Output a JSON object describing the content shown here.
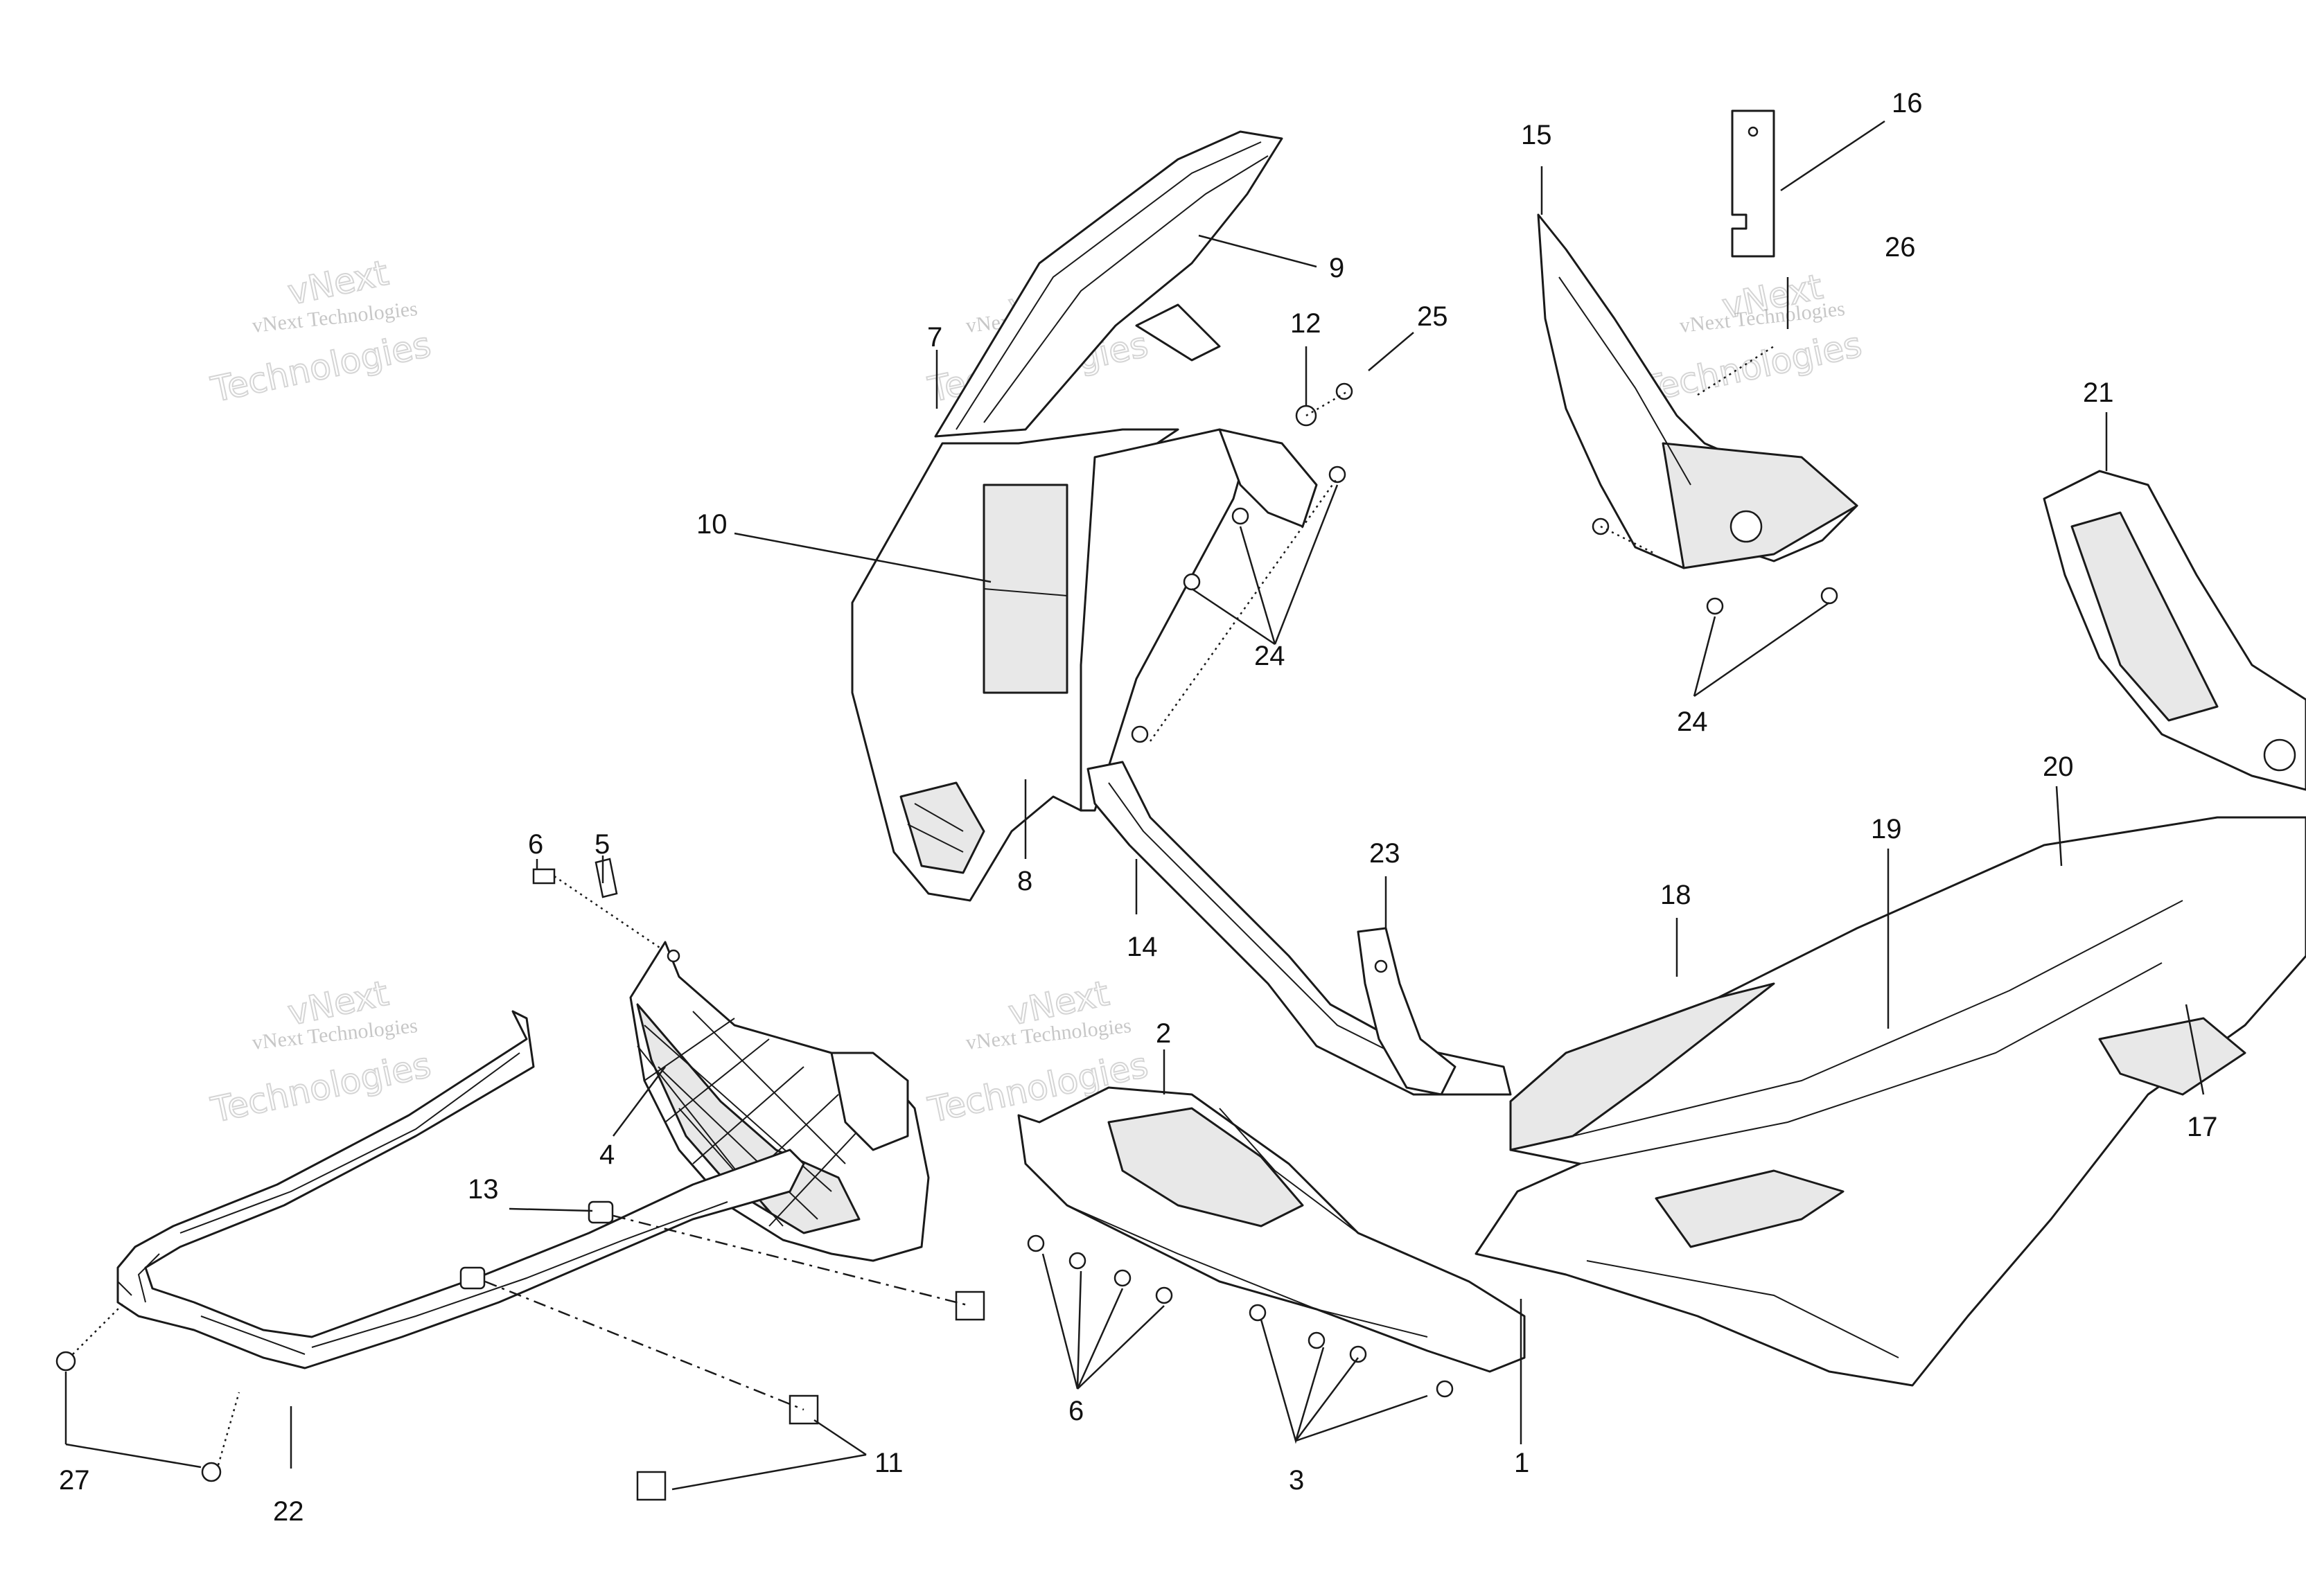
{
  "watermark": {
    "line1": "vNext",
    "line2": "vNext Technologies",
    "line3": "Technologies"
  },
  "callouts": [
    "1",
    "2",
    "3",
    "4",
    "5",
    "6",
    "6",
    "7",
    "8",
    "9",
    "10",
    "11",
    "12",
    "13",
    "14",
    "15",
    "16",
    "17",
    "18",
    "19",
    "20",
    "21",
    "22",
    "23",
    "24",
    "24",
    "25",
    "26",
    "27"
  ]
}
